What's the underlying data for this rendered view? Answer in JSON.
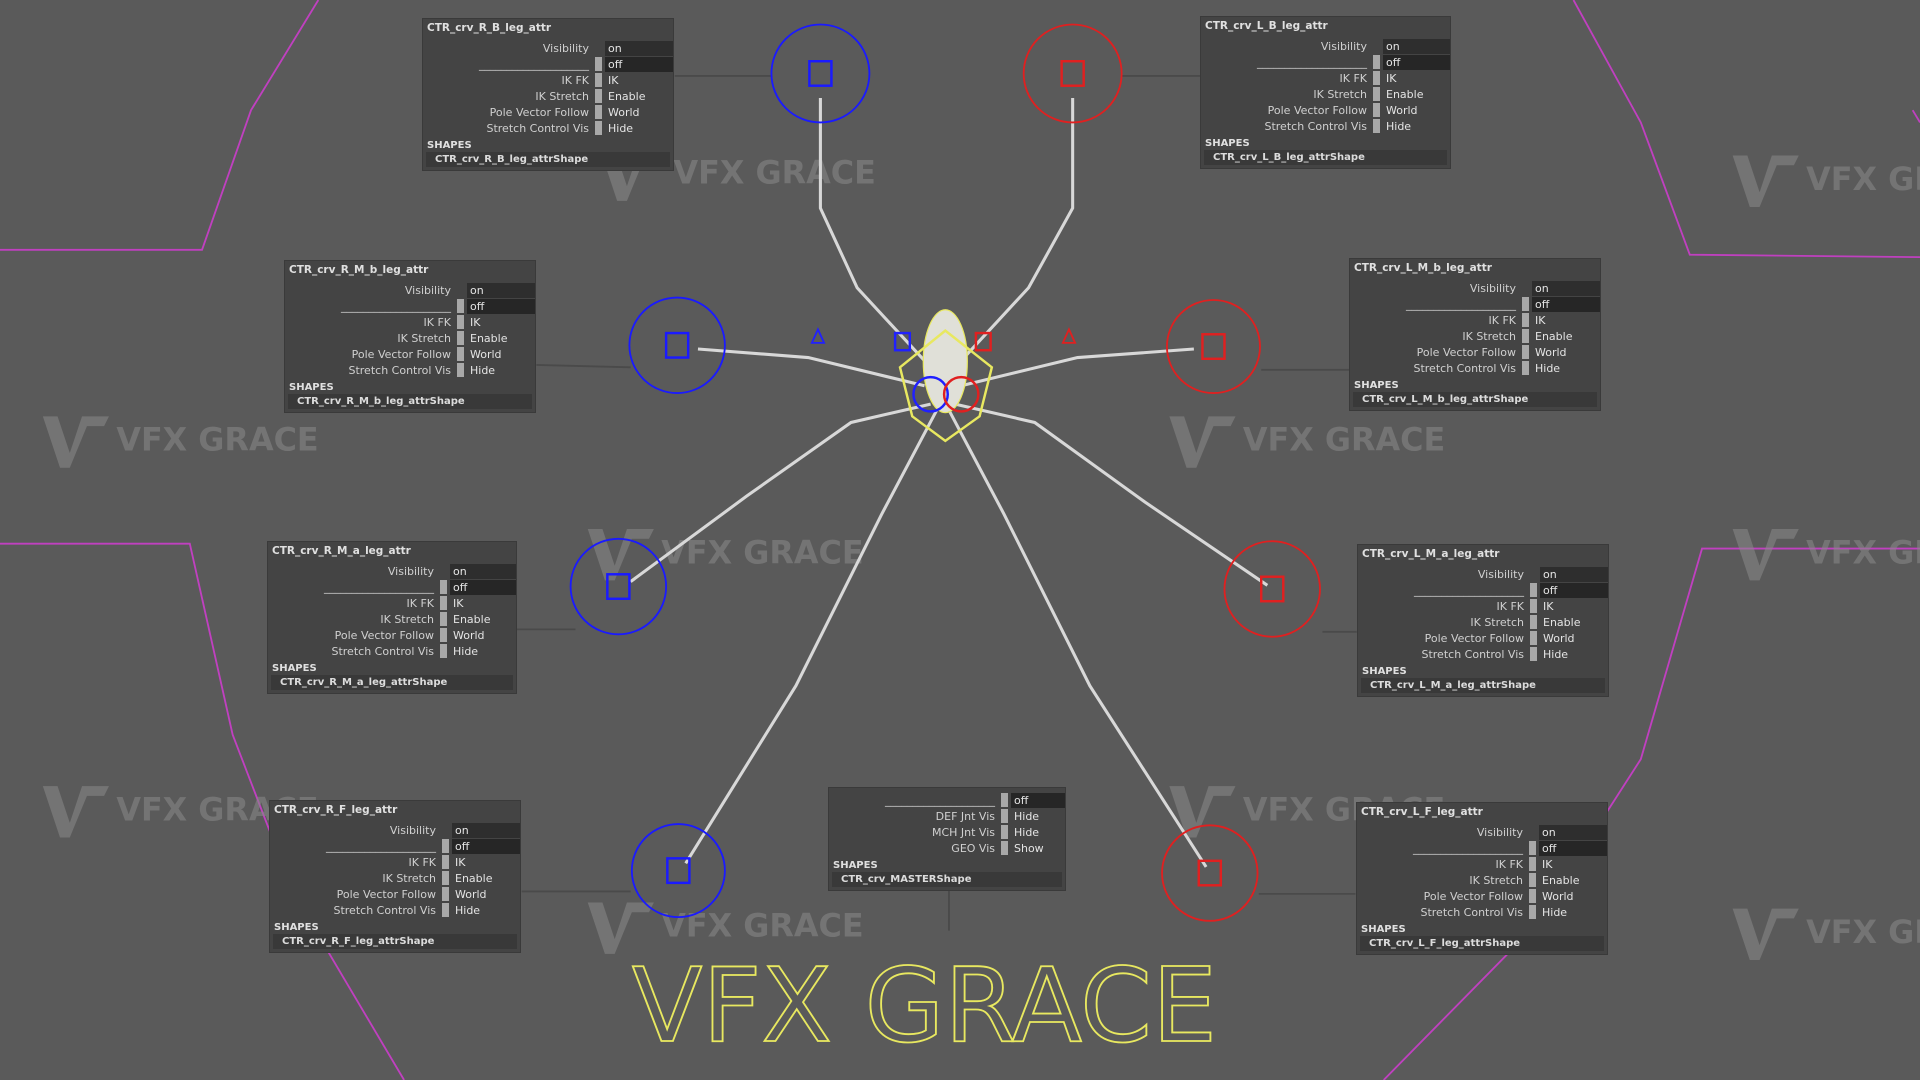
{
  "colors": {
    "background": "#5a5a5a",
    "right_side": "#1a1aff",
    "left_side": "#e02020",
    "selection": "#e8e860",
    "boundary": "#c040c0"
  },
  "watermark": "VFX GRACE",
  "title_text": "VFX GRACE",
  "panels": [
    {
      "id": "r-b",
      "title": "CTR_crv_R_B_leg_attr",
      "rows": [
        [
          "Visibility",
          "on"
        ],
        [
          "____________________",
          "off"
        ],
        [
          "IK FK",
          "IK"
        ],
        [
          "IK Stretch",
          "Enable"
        ],
        [
          "Pole Vector Follow",
          "World"
        ],
        [
          "Stretch Control Vis",
          "Hide"
        ]
      ],
      "shapes_label": "SHAPES",
      "shape": "CTR_crv_R_B_leg_attrShape"
    },
    {
      "id": "l-b",
      "title": "CTR_crv_L_B_leg_attr",
      "rows": [
        [
          "Visibility",
          "on"
        ],
        [
          "____________________",
          "off"
        ],
        [
          "IK FK",
          "IK"
        ],
        [
          "IK Stretch",
          "Enable"
        ],
        [
          "Pole Vector Follow",
          "World"
        ],
        [
          "Stretch Control Vis",
          "Hide"
        ]
      ],
      "shapes_label": "SHAPES",
      "shape": "CTR_crv_L_B_leg_attrShape"
    },
    {
      "id": "r-m-b",
      "title": "CTR_crv_R_M_b_leg_attr",
      "rows": [
        [
          "Visibility",
          "on"
        ],
        [
          "____________________",
          "off"
        ],
        [
          "IK FK",
          "IK"
        ],
        [
          "IK Stretch",
          "Enable"
        ],
        [
          "Pole Vector Follow",
          "World"
        ],
        [
          "Stretch Control Vis",
          "Hide"
        ]
      ],
      "shapes_label": "SHAPES",
      "shape": "CTR_crv_R_M_b_leg_attrShape"
    },
    {
      "id": "l-m-b",
      "title": "CTR_crv_L_M_b_leg_attr",
      "rows": [
        [
          "Visibility",
          "on"
        ],
        [
          "____________________",
          "off"
        ],
        [
          "IK FK",
          "IK"
        ],
        [
          "IK Stretch",
          "Enable"
        ],
        [
          "Pole Vector Follow",
          "World"
        ],
        [
          "Stretch Control Vis",
          "Hide"
        ]
      ],
      "shapes_label": "SHAPES",
      "shape": "CTR_crv_L_M_b_leg_attrShape"
    },
    {
      "id": "r-m-a",
      "title": "CTR_crv_R_M_a_leg_attr",
      "rows": [
        [
          "Visibility",
          "on"
        ],
        [
          "____________________",
          "off"
        ],
        [
          "IK FK",
          "IK"
        ],
        [
          "IK Stretch",
          "Enable"
        ],
        [
          "Pole Vector Follow",
          "World"
        ],
        [
          "Stretch Control Vis",
          "Hide"
        ]
      ],
      "shapes_label": "SHAPES",
      "shape": "CTR_crv_R_M_a_leg_attrShape"
    },
    {
      "id": "l-m-a",
      "title": "CTR_crv_L_M_a_leg_attr",
      "rows": [
        [
          "Visibility",
          "on"
        ],
        [
          "____________________",
          "off"
        ],
        [
          "IK FK",
          "IK"
        ],
        [
          "IK Stretch",
          "Enable"
        ],
        [
          "Pole Vector Follow",
          "World"
        ],
        [
          "Stretch Control Vis",
          "Hide"
        ]
      ],
      "shapes_label": "SHAPES",
      "shape": "CTR_crv_L_M_a_leg_attrShape"
    },
    {
      "id": "r-f",
      "title": "CTR_crv_R_F_leg_attr",
      "rows": [
        [
          "Visibility",
          "on"
        ],
        [
          "____________________",
          "off"
        ],
        [
          "IK FK",
          "IK"
        ],
        [
          "IK Stretch",
          "Enable"
        ],
        [
          "Pole Vector Follow",
          "World"
        ],
        [
          "Stretch Control Vis",
          "Hide"
        ]
      ],
      "shapes_label": "SHAPES",
      "shape": "CTR_crv_R_F_leg_attrShape"
    },
    {
      "id": "l-f",
      "title": "CTR_crv_L_F_leg_attr",
      "rows": [
        [
          "Visibility",
          "on"
        ],
        [
          "____________________",
          "off"
        ],
        [
          "IK FK",
          "IK"
        ],
        [
          "IK Stretch",
          "Enable"
        ],
        [
          "Pole Vector Follow",
          "World"
        ],
        [
          "Stretch Control Vis",
          "Hide"
        ]
      ],
      "shapes_label": "SHAPES",
      "shape": "CTR_crv_L_F_leg_attrShape"
    },
    {
      "id": "master",
      "title": "",
      "rows": [
        [
          "____________________",
          "off"
        ],
        [
          "DEF Jnt Vis",
          "Hide"
        ],
        [
          "MCH Jnt Vis",
          "Hide"
        ],
        [
          "GEO Vis",
          "Show"
        ]
      ],
      "shapes_label": "SHAPES",
      "shape": "CTR_crv_MASTERShape"
    }
  ]
}
